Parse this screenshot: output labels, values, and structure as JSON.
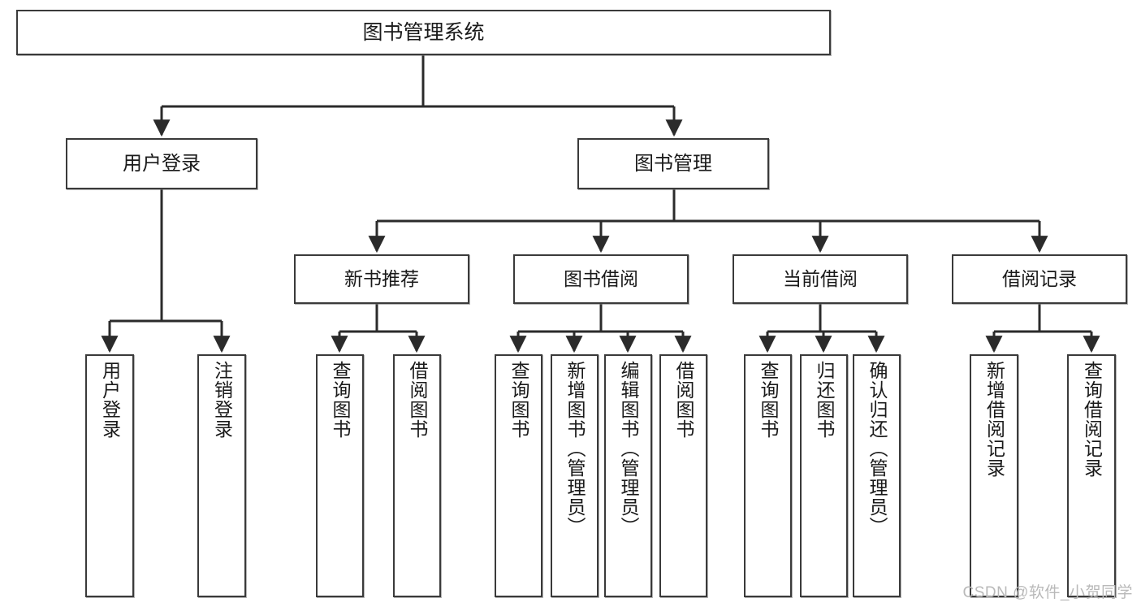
{
  "diagram": {
    "type": "tree",
    "title": "图书管理系统",
    "watermark": "CSDN @软件_小贺同学",
    "colors": {
      "box_border": "#3a3a3a",
      "box_fill": "#ffffff",
      "connector": "#2b2b2b",
      "text": "#1a1a1a",
      "watermark": "#b9b9b9"
    },
    "root": {
      "label": "图书管理系统"
    },
    "level2": [
      {
        "label": "用户登录"
      },
      {
        "label": "图书管理"
      }
    ],
    "level3": [
      {
        "label": "新书推荐"
      },
      {
        "label": "图书借阅"
      },
      {
        "label": "当前借阅"
      },
      {
        "label": "借阅记录"
      }
    ],
    "leaves": {
      "user_login": [
        {
          "label": "用户登录"
        },
        {
          "label": "注销登录"
        }
      ],
      "new_book_recommend": [
        {
          "label": "查询图书"
        },
        {
          "label": "借阅图书"
        }
      ],
      "book_borrow": [
        {
          "label": "查询图书"
        },
        {
          "label": "新增图书（管理员）"
        },
        {
          "label": "编辑图书（管理员）"
        },
        {
          "label": "借阅图书"
        }
      ],
      "current_borrow": [
        {
          "label": "查询图书"
        },
        {
          "label": "归还图书"
        },
        {
          "label": "确认归还（管理员）"
        }
      ],
      "borrow_record": [
        {
          "label": "新增借阅记录"
        },
        {
          "label": "查询借阅记录"
        }
      ]
    }
  }
}
